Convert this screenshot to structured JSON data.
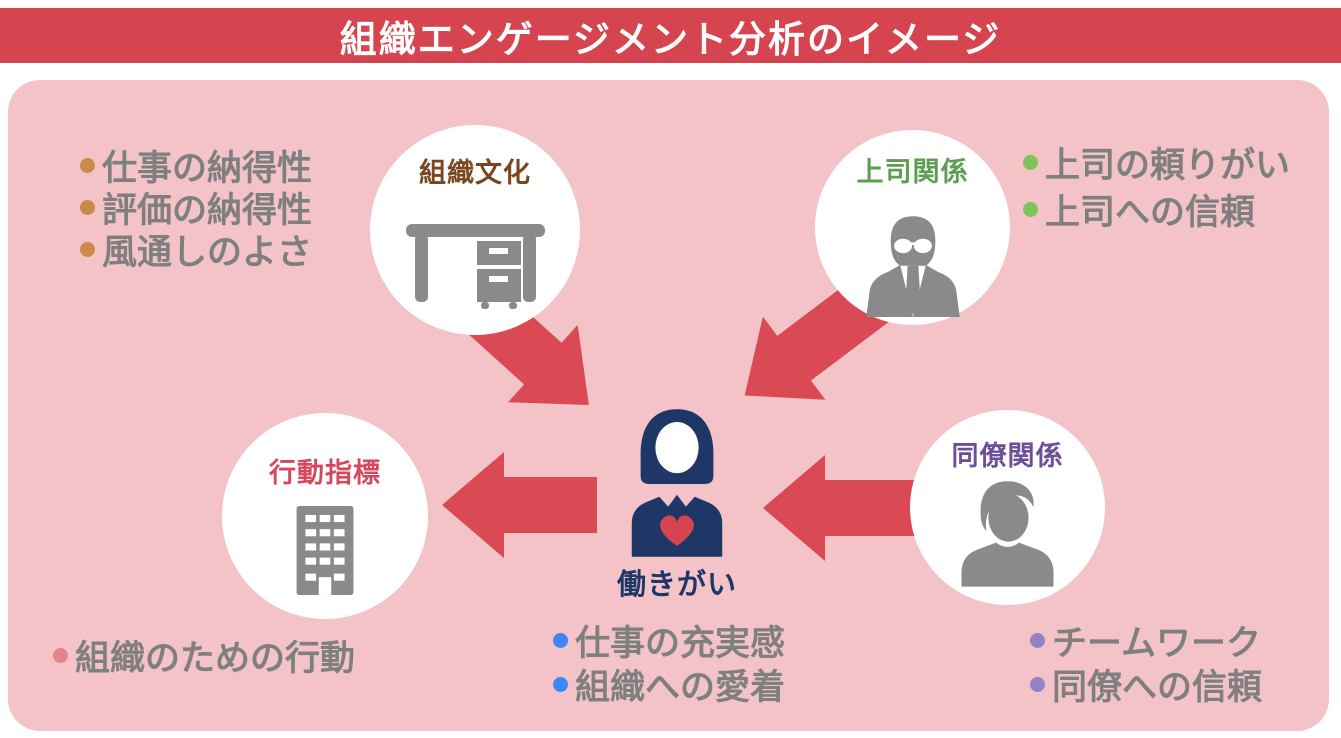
{
  "title": "組織エンゲージメント分析のイメージ",
  "center": {
    "label": "働きがい",
    "label_color": "#1E3766",
    "icon": "woman-heart-icon"
  },
  "nodes": {
    "culture": {
      "label": "組織文化",
      "color": "#7B4520",
      "icon": "desk-icon"
    },
    "boss": {
      "label": "上司関係",
      "color": "#5F9E52",
      "icon": "businessman-icon"
    },
    "behavior": {
      "label": "行動指標",
      "color": "#D6485C",
      "icon": "building-icon"
    },
    "colleague": {
      "label": "同僚関係",
      "color": "#6C4E99",
      "icon": "person-icon"
    }
  },
  "bullet_groups": {
    "culture": {
      "color": "#C98A4C",
      "items": [
        "仕事の納得性",
        "評価の納得性",
        "風通しのよさ"
      ]
    },
    "boss": {
      "color": "#7EC45A",
      "items": [
        "上司の頼りがい",
        "上司への信頼"
      ]
    },
    "behavior": {
      "color": "#E4838C",
      "items": [
        "組織のための行動"
      ]
    },
    "center": {
      "color": "#3E86F5",
      "items": [
        "仕事の充実感",
        "組織への愛着"
      ]
    },
    "colleague": {
      "color": "#9283C5",
      "items": [
        "チームワーク",
        "同僚への信頼"
      ]
    }
  },
  "colors": {
    "title_bar": "#D6454F",
    "panel_bg": "#F3C3C8",
    "arrow": "#DA4A55",
    "icon_gray": "#8A8A8A",
    "text_gray": "#7F7F7F",
    "navy": "#1E3766",
    "heart": "#D6454F"
  }
}
